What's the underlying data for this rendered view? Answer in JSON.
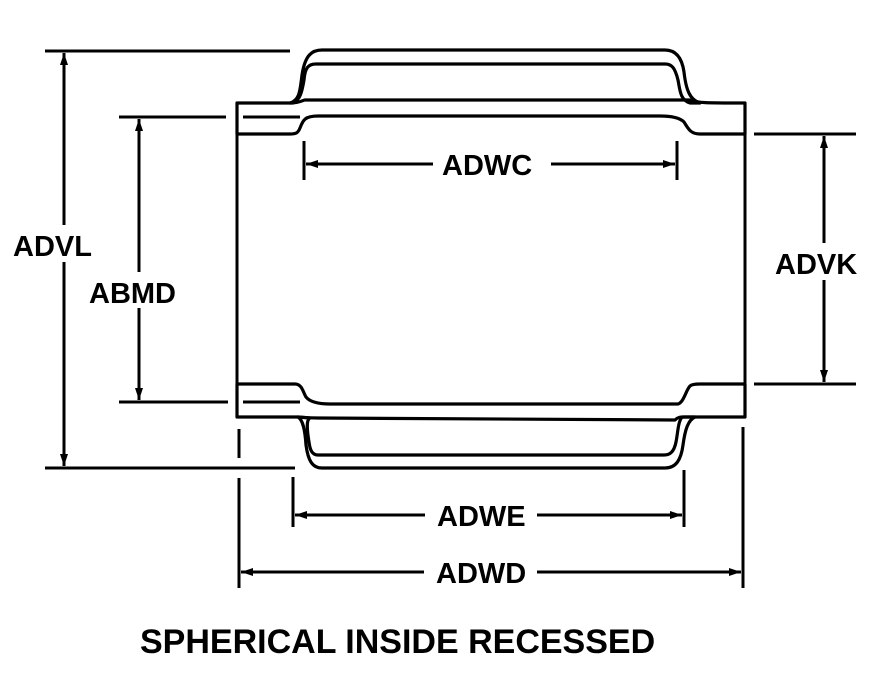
{
  "diagram": {
    "title": "SPHERICAL INSIDE RECESSED",
    "dimensions": {
      "advl": "ADVL",
      "abmd": "ABMD",
      "advk": "ADVK",
      "adwc": "ADWC",
      "adwe": "ADWE",
      "adwd": "ADWD"
    },
    "colors": {
      "line": "#000000",
      "background": "#ffffff"
    }
  }
}
